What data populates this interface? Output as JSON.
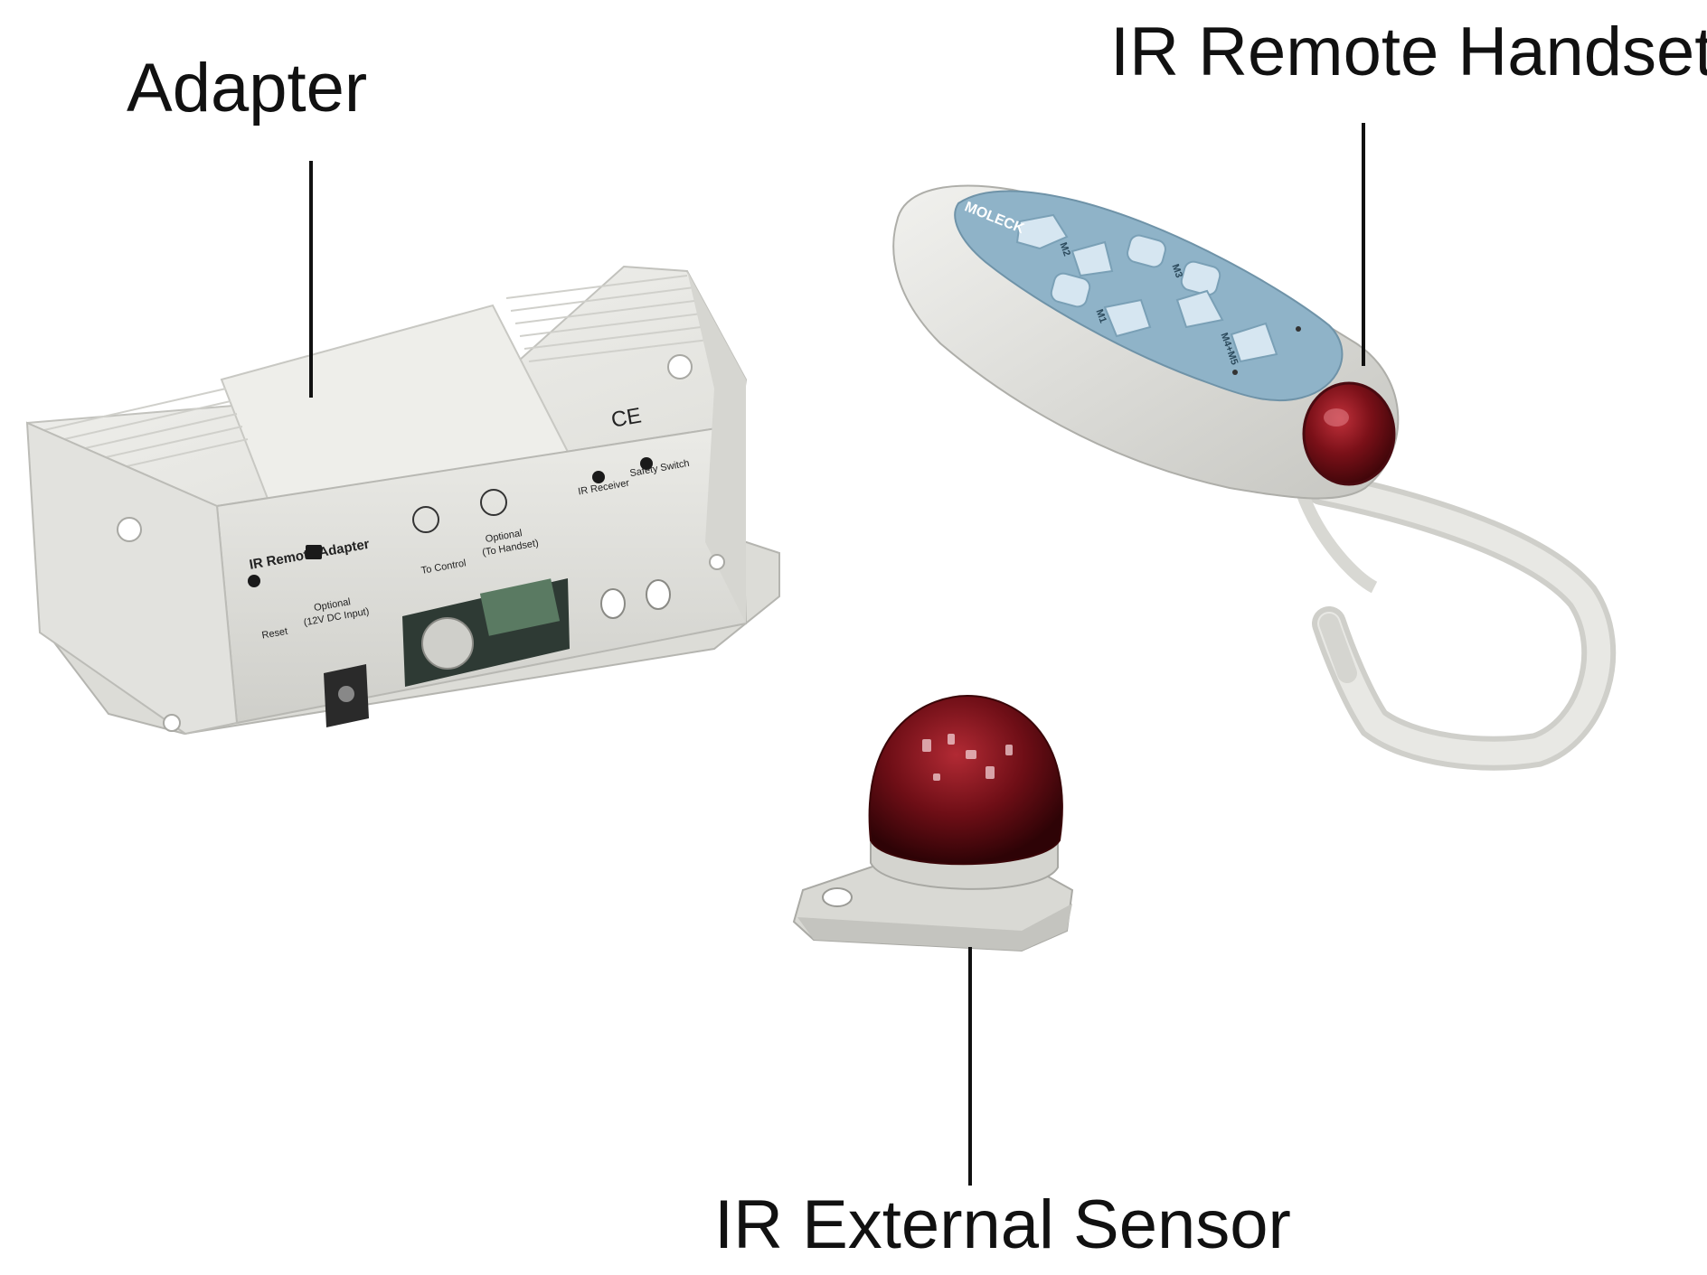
{
  "colors": {
    "background": "#ffffff",
    "housing": "#e6e6e2",
    "housing_shade": "#c9c9c4",
    "keypad": "#8fb3c8",
    "button": "#d6e6f1",
    "lens": "#7a1018",
    "leader": "#111111"
  },
  "labels": {
    "adapter": "Adapter",
    "handset": "IR Remote Handset",
    "sensor": "IR External Sensor"
  },
  "adapter_panel": {
    "title": "IR Remote Adapter",
    "reset": "Reset",
    "dc_input_line1": "Optional",
    "dc_input_line2": "(12V DC Input)",
    "to_control": "To Control",
    "handset_port_line1": "Optional",
    "handset_port_line2": "(To Handset)",
    "ir_receiver": "IR Receiver",
    "safety_switch": "Safety Switch",
    "ce_mark": "CE"
  },
  "handset_panel": {
    "brand": "MOLECK",
    "button_tags": [
      "M1",
      "M2",
      "M3",
      "M4+M5"
    ]
  },
  "icons": {
    "adapter": "adapter-box-photo",
    "handset": "ir-remote-photo",
    "sensor": "ir-sensor-dome-photo"
  }
}
